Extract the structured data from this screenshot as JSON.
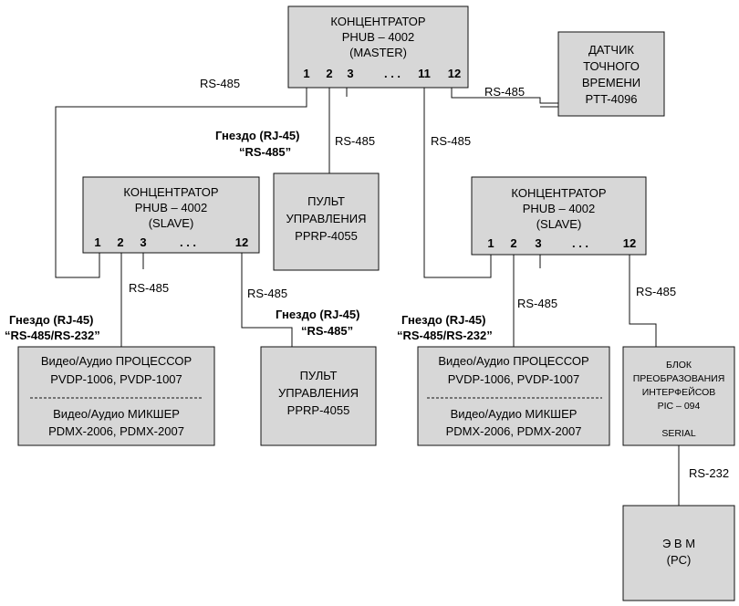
{
  "hub_master": {
    "lines": [
      "КОНЦЕНТРАТОР",
      "PHUB – 4002",
      "(MASTER)"
    ],
    "ports": [
      "1",
      "2",
      "3",
      ". . .",
      "11",
      "12"
    ]
  },
  "time_sensor": {
    "lines": [
      "ДАТЧИК",
      "ТОЧНОГО",
      "ВРЕМЕНИ",
      "PTT-4096"
    ]
  },
  "hub_slave_left": {
    "lines": [
      "КОНЦЕНТРАТОР",
      "PHUB – 4002",
      "(SLAVE)"
    ],
    "ports": [
      "1",
      "2",
      "3",
      ". . .",
      "12"
    ]
  },
  "hub_slave_right": {
    "lines": [
      "КОНЦЕНТРАТОР",
      "PHUB – 4002",
      "(SLAVE)"
    ],
    "ports": [
      "1",
      "2",
      "3",
      ". . .",
      "12"
    ]
  },
  "remote_top": {
    "lines": [
      "ПУЛЬТ",
      "УПРАВЛЕНИЯ",
      "PPRP-4055"
    ]
  },
  "remote_bottom": {
    "lines": [
      "ПУЛЬТ",
      "УПРАВЛЕНИЯ",
      "PPRP-4055"
    ]
  },
  "video_left": {
    "lines": [
      "Видео/Аудио ПРОЦЕССОР",
      "PVDP-1006, PVDP-1007",
      "Видео/Аудио МИКШЕР",
      "PDMX-2006, PDMX-2007"
    ]
  },
  "video_right": {
    "lines": [
      "Видео/Аудио ПРОЦЕССОР",
      "PVDP-1006, PVDP-1007",
      "Видео/Аудио МИКШЕР",
      "PDMX-2006, PDMX-2007"
    ]
  },
  "converter": {
    "lines": [
      "БЛОК",
      "ПРЕОБРАЗОВАНИЯ",
      "ИНТЕРФЕЙСОВ",
      "PIC – 094",
      "SERIAL"
    ]
  },
  "computer": {
    "lines": [
      "Э В М",
      "(PC)"
    ]
  },
  "labels": {
    "rs485": "RS-485",
    "rs232": "RS-232",
    "jack": "Гнездо (RJ-45)",
    "jack_rs485": "“RS-485”",
    "jack_rs485_rs232": "“RS-485/RS-232”"
  }
}
